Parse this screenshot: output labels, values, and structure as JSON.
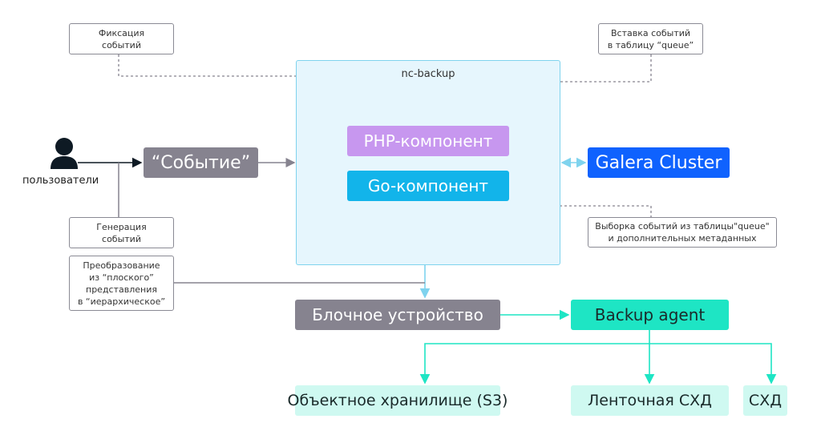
{
  "colors": {
    "php": "#c797ef",
    "go": "#12b4ea",
    "event": "#86838f",
    "galera": "#0f62fe",
    "block_device": "#86838f",
    "backup_agent": "#1ee5c4",
    "storage": "#cff9f1",
    "container_bg": "#e6f6fd",
    "container_border": "#7fd3ee"
  },
  "actor": {
    "icon": "user-icon",
    "label": "пользователи"
  },
  "event_box": {
    "label": "“Событие”"
  },
  "container": {
    "title": "nc-backup"
  },
  "components": {
    "php": "PHP-компонент",
    "go": "Go-компонент"
  },
  "galera": {
    "label": "Galera Cluster"
  },
  "block_device": {
    "label": "Блочное устройство"
  },
  "backup_agent": {
    "label": "Backup agent"
  },
  "storages": [
    {
      "label": "Объектное хранилище (S3)"
    },
    {
      "label": "Ленточная СХД"
    },
    {
      "label": "СХД"
    }
  ],
  "notes": {
    "fixation": [
      "Фиксация",
      "событий"
    ],
    "generation": [
      "Генерация",
      "событий"
    ],
    "transform": [
      "Преобразование",
      "из “плоского”",
      "представления",
      "в “иерархическое”"
    ],
    "insert": [
      "Вставка событий",
      "в таблицу “queue”"
    ],
    "select": [
      "Выборка событий из таблицы\"queue\"",
      "и дополнительных метаданных"
    ]
  }
}
